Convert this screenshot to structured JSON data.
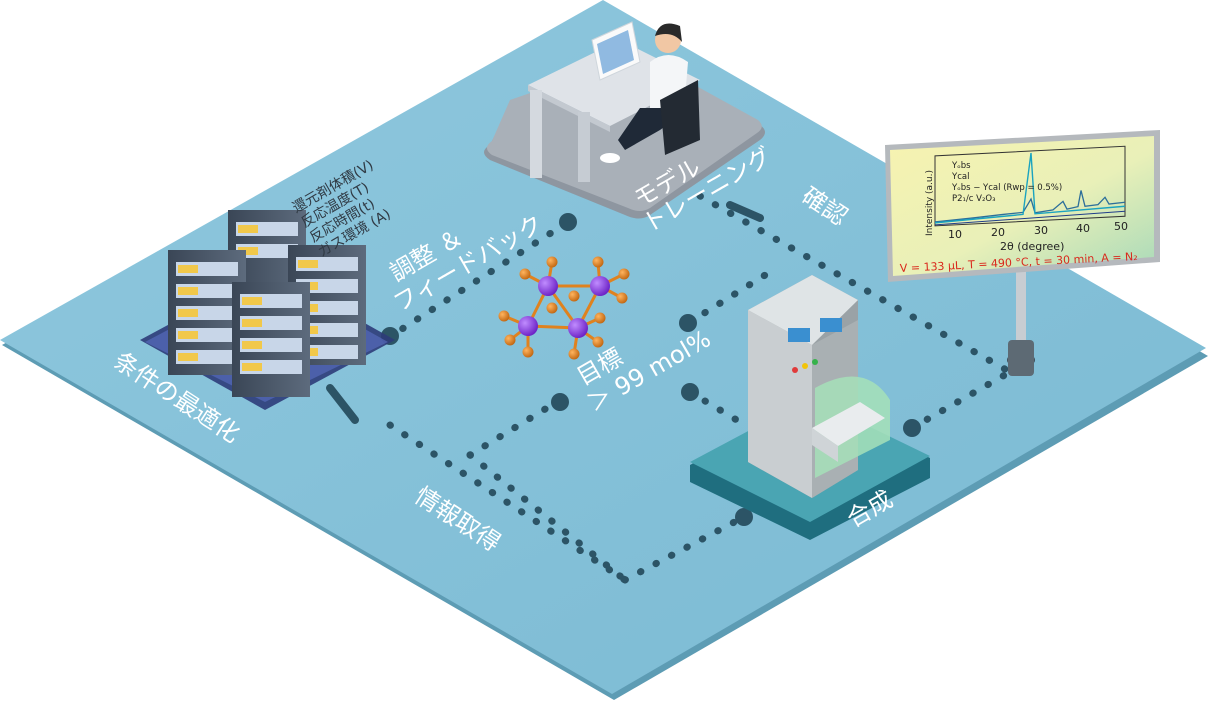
{
  "labels": {
    "optimize": "条件の最適化",
    "adjust_line1": "調整 ＆",
    "adjust_line2": "フィードバック",
    "model_line1": "モデル",
    "model_line2": "トレーニング",
    "confirm": "確認",
    "info": "情報取得",
    "synthesis": "合成",
    "target_line1": "目標",
    "target_line2": "＞ 99 mol%"
  },
  "parameters": [
    "還元剤体積(V)",
    "反応温度(T)",
    "反応時間(t)",
    "ガス環境 (A)"
  ],
  "xrd": {
    "ylabel": "Intensity (a.u.)",
    "xlabel": "2θ (degree)",
    "xticks": [
      "10",
      "20",
      "30",
      "40",
      "50"
    ],
    "legend": [
      "Yₒbs",
      "Ycal",
      "Yₒbs − Ycal (Rwp = 0.5%)",
      "P2₁/c V₂O₃"
    ],
    "conditions": "V = 133 μL, T = 490 °C, t = 30 min, A = N₂"
  },
  "colors": {
    "platform": "#86c3db",
    "dots": "#2c5466",
    "label": "#ffffff",
    "conditions": "#d9281c",
    "vanadium": "#8a2be2",
    "oxygen": "#e0821e"
  }
}
